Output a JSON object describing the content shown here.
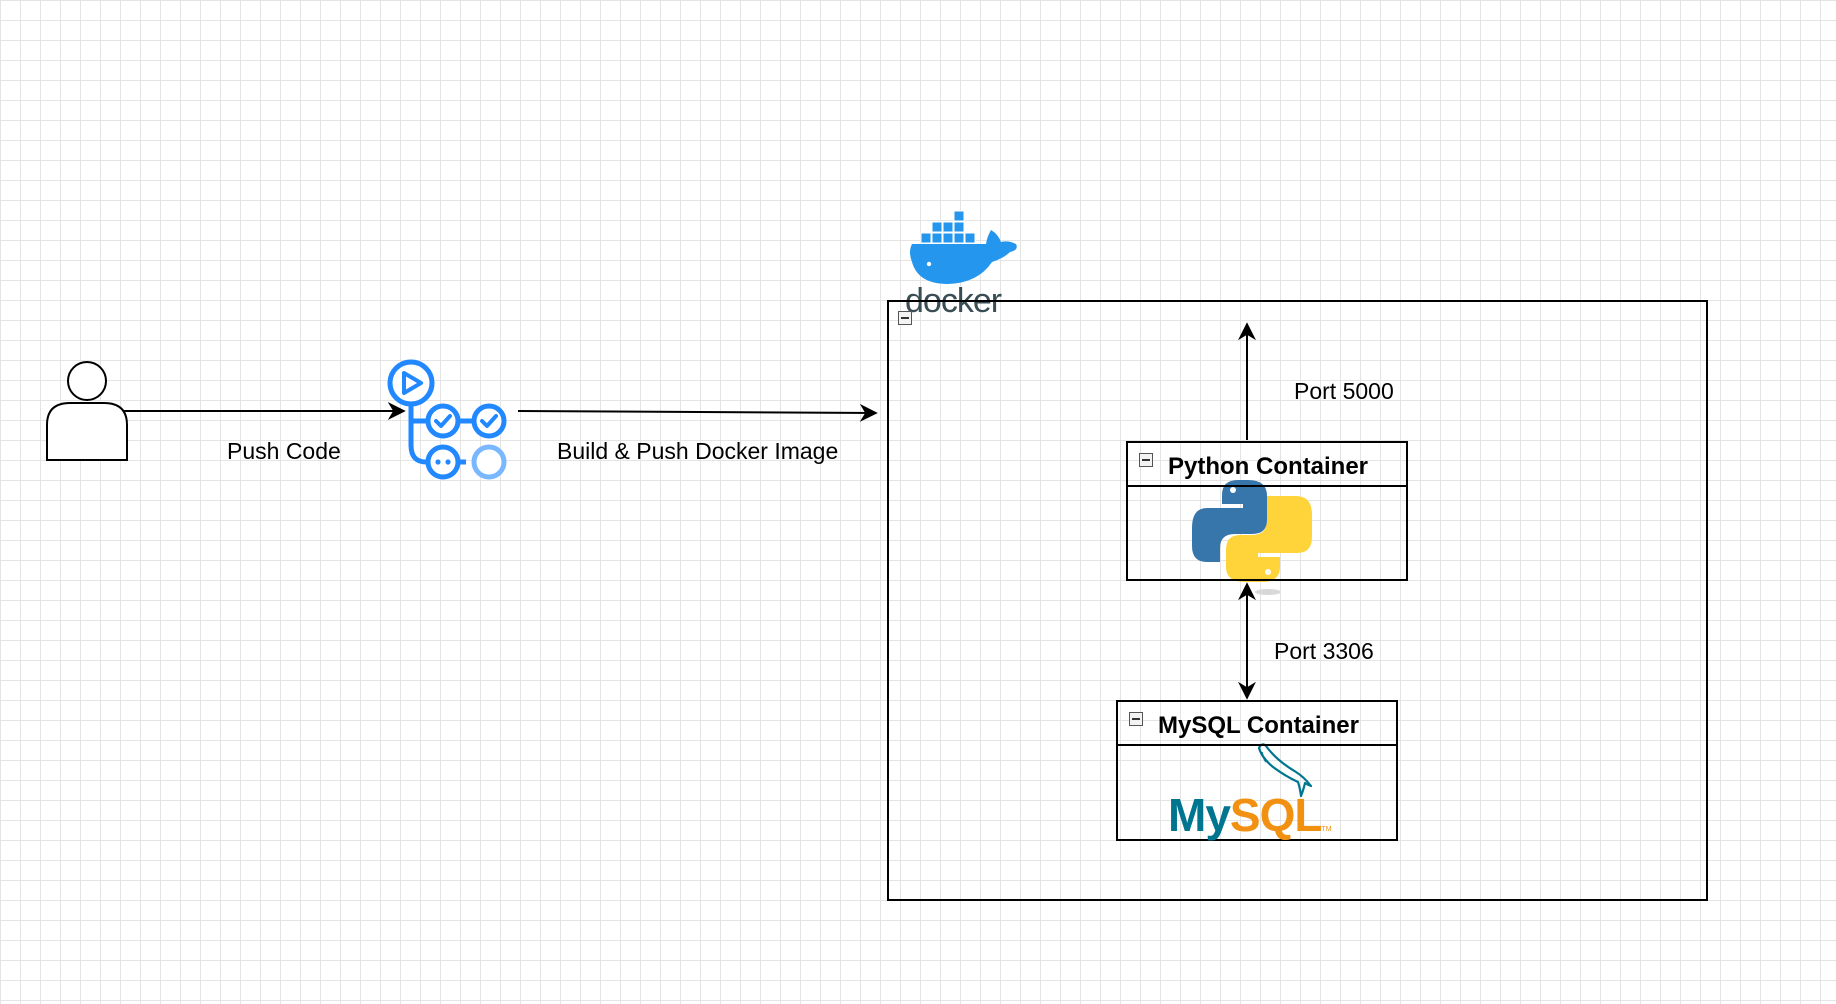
{
  "edges": {
    "push_code": "Push Code",
    "build_push": "Build & Push Docker Image",
    "port_5000": "Port 5000",
    "port_3306": "Port 3306"
  },
  "containers": {
    "python": {
      "title": "Python Container"
    },
    "mysql": {
      "title": "MySQL Container"
    }
  },
  "logos": {
    "docker_wordmark": "docker",
    "mysql_wordmark_my": "My",
    "mysql_wordmark_sql": "SQL",
    "mysql_tm": "TM"
  },
  "icons": {
    "user": "user-icon",
    "github_actions": "github-actions-icon",
    "docker": "docker-whale-icon",
    "python": "python-logo-icon",
    "mysql": "mysql-dolphin-icon"
  },
  "colors": {
    "github_blue": "#2188ff",
    "github_light_blue": "#79b8ff",
    "docker_blue": "#2496ed",
    "python_blue": "#3776ab",
    "python_yellow": "#ffd43b",
    "mysql_blue": "#00758f",
    "mysql_orange": "#f29111"
  }
}
